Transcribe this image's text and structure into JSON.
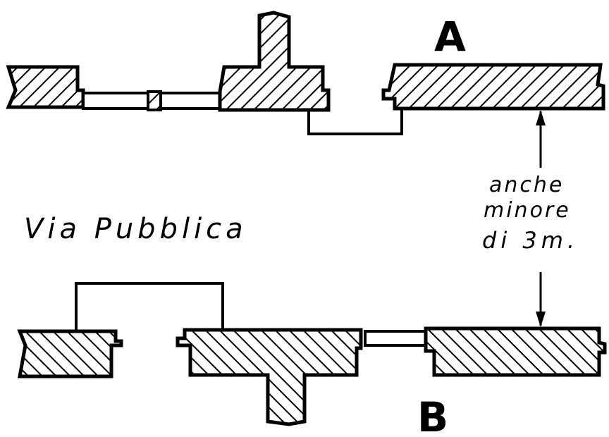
{
  "labels": {
    "plan_a": "A",
    "plan_b": "B",
    "street": "Via Pubblica",
    "note_line1": "anche",
    "note_line2": "minore",
    "note_line3": "di 3m."
  },
  "colors": {
    "ink": "#000000",
    "paper": "#ffffff"
  }
}
